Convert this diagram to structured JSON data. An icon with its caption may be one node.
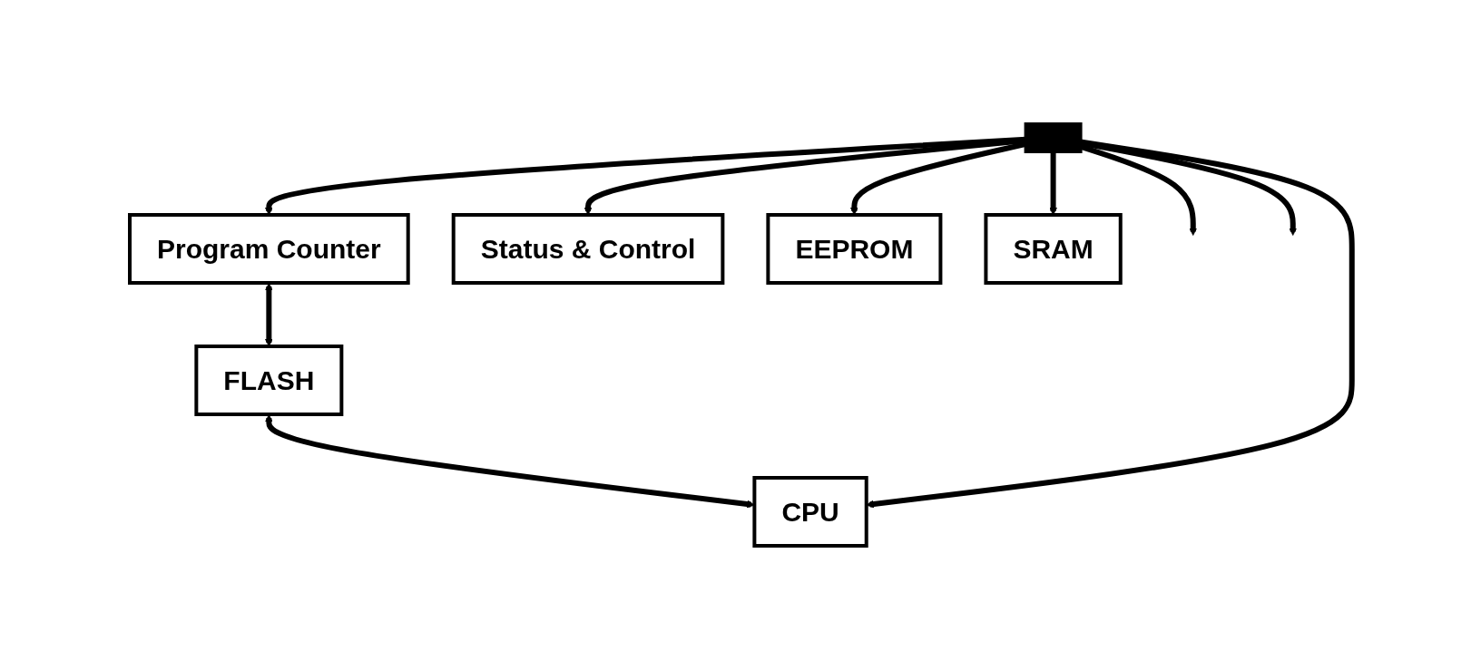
{
  "diagram": {
    "nodes": [
      {
        "text": [
          "Program Counter"
        ]
      },
      {
        "text": [
          "Status & Control"
        ]
      },
      {
        "text": [
          "FLASH"
        ]
      },
      {
        "text": [
          "CPU"
        ]
      },
      {
        "text": [
          "EEPROM"
        ]
      },
      {
        "text": [
          "SRAM"
        ]
      },
      {
        "text": [],
        "shape": "bar"
      }
    ],
    "edges": [
      {
        "from": 6,
        "to": 0,
        "arrow": "to"
      },
      {
        "from": 0,
        "to": 2,
        "arrow": "both"
      },
      {
        "from": 6,
        "to": 1,
        "arrow": "to"
      },
      {
        "from": 2,
        "to": 3,
        "arrow": "both"
      },
      {
        "from": 6,
        "to": 3,
        "arrow": "to"
      },
      {
        "from": 6,
        "to": 4,
        "arrow": "to"
      },
      {
        "from": 6,
        "to": 5,
        "arrow": "to"
      },
      {
        "from": 6,
        "to": null,
        "arrow": "to"
      },
      {
        "from": 6,
        "to": null,
        "arrow": "to"
      }
    ]
  }
}
